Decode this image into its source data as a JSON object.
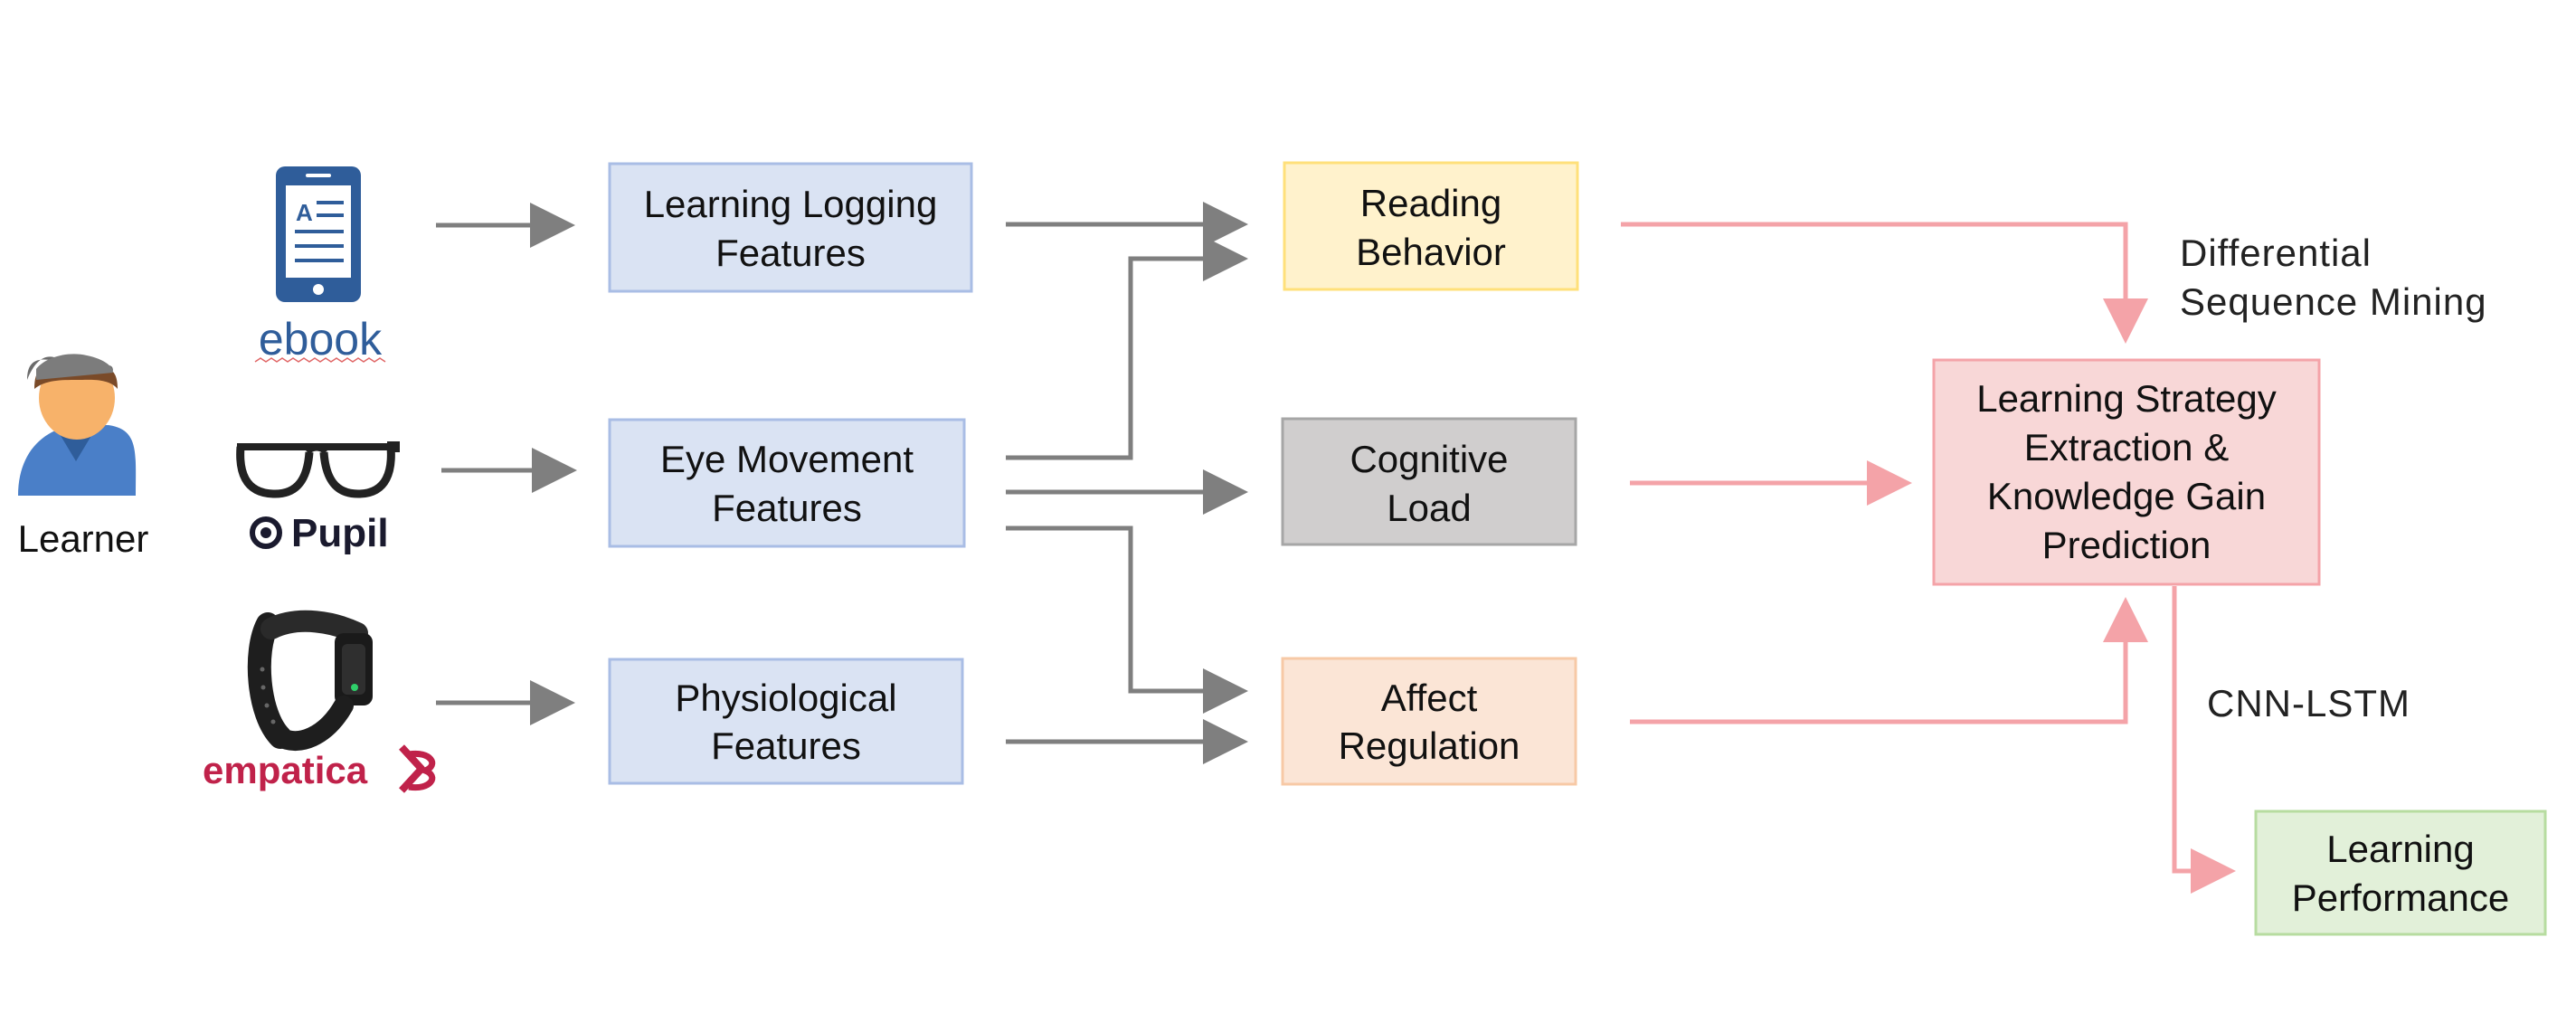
{
  "learner": {
    "label": "Learner"
  },
  "devices": {
    "ebook": {
      "label": "ebook",
      "icon": "ebook-tablet-icon"
    },
    "pupil": {
      "label": "Pupil",
      "icon": "eye-tracking-glasses-icon"
    },
    "empatica": {
      "label": "empatica",
      "icon": "wristband-icon"
    }
  },
  "features": {
    "logging": {
      "line1": "Learning Logging",
      "line2": "Features"
    },
    "eye": {
      "line1": "Eye Movement",
      "line2": "Features"
    },
    "physio": {
      "line1": "Physiological",
      "line2": "Features"
    }
  },
  "constructs": {
    "reading": {
      "line1": "Reading",
      "line2": "Behavior"
    },
    "cognitive": {
      "line1": "Cognitive",
      "line2": "Load"
    },
    "affect": {
      "line1": "Affect",
      "line2": "Regulation"
    }
  },
  "strategy": {
    "line1": "Learning Strategy",
    "line2": "Extraction &",
    "line3": "Knowledge Gain",
    "line4": "Prediction"
  },
  "performance": {
    "line1": "Learning",
    "line2": "Performance"
  },
  "methods": {
    "dsm_line1": "Differential",
    "dsm_line2": "Sequence Mining",
    "cnn": "CNN-LSTM"
  },
  "colors": {
    "feature_fill": "#dae3f3",
    "feature_stroke": "#a9bde5",
    "reading_fill": "#fff2cc",
    "reading_stroke": "#ffe07a",
    "cognitive_fill": "#d0cece",
    "cognitive_stroke": "#a6a6a6",
    "affect_fill": "#fbe5d6",
    "affect_stroke": "#f7c9a6",
    "strategy_fill": "#f8d7d7",
    "strategy_stroke": "#f4a3a8",
    "performance_fill": "#e2f0d9",
    "performance_stroke": "#b7dca0",
    "gray_arrow": "#7f7f7f",
    "pink_arrow": "#f4a3a8"
  }
}
